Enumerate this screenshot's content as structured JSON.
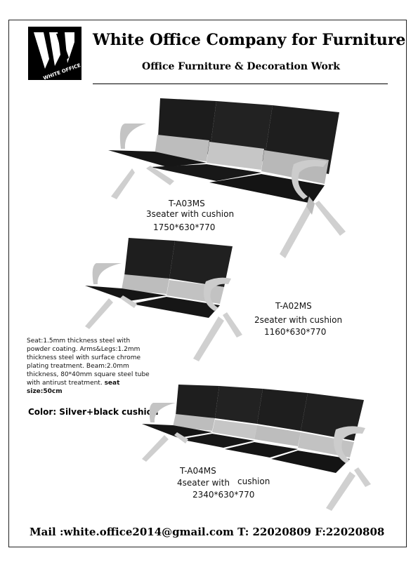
{
  "header": {
    "logo_text": "WHITE OFFICE",
    "company_name": "White Office Company for Furniture",
    "tagline": "Office Furniture & Decoration Work"
  },
  "products": [
    {
      "model": "T-A03MS",
      "seats": "3seater with cushion",
      "dimensions": "1750*630*770"
    },
    {
      "model": "T-A02MS",
      "seats": "2seater with   cushion",
      "dimensions": "1160*630*770"
    },
    {
      "model": "T-A04MS",
      "seats": "4seater with",
      "cushion": "cushion",
      "dimensions": "2340*630*770"
    }
  ],
  "specs": {
    "text": "Seat:1.5mm thickness steel with powder coating. Arms&Legs:1.2mm thickness steel with surface chrome plating treatment. Beam:2.0mm thickness, 80*40mm square steel tube with antirust treatment. ",
    "seat_size": "seat size:50cm"
  },
  "color": "Color: Silver+black cushion",
  "footer": {
    "mail": "Mail :white.office2014@gmail.com",
    "phone": "T: 22020809",
    "fax": "F:22020808"
  },
  "colors": {
    "cushion": "#1c1c1c",
    "metal": "#c0c0c0"
  }
}
